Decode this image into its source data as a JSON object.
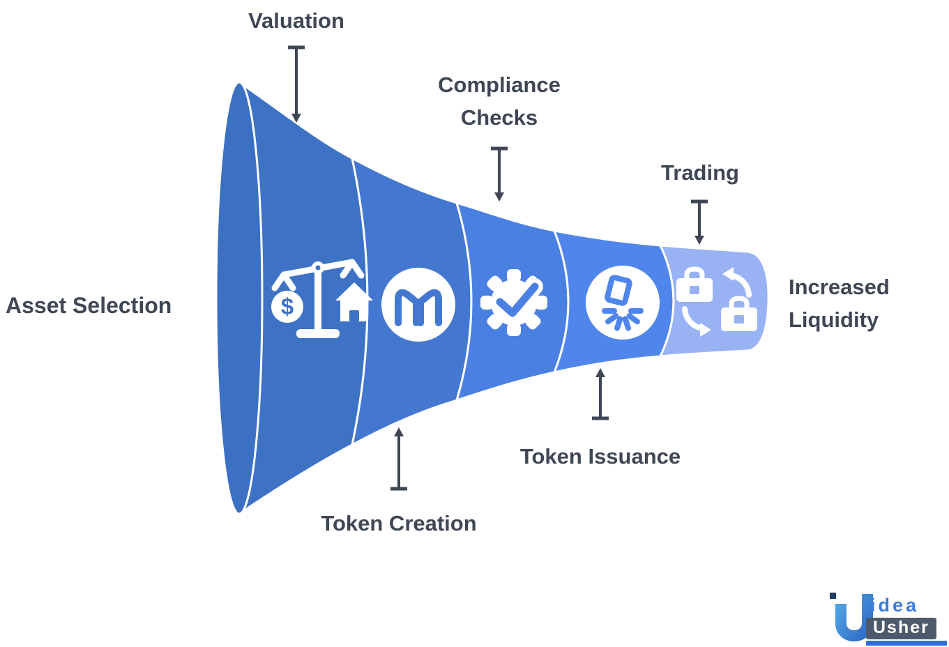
{
  "ui": {
    "background": "#ffffff",
    "text_color": "#3F4654",
    "connector_color": "#3F4654",
    "outline_color": "#ffffff"
  },
  "callouts": {
    "valuation": "Valuation",
    "compliance_checks_line1": "Compliance",
    "compliance_checks_line2": "Checks",
    "trading": "Trading",
    "asset_selection": "Asset Selection",
    "increased_liquidity_line1": "Increased",
    "increased_liquidity_line2": "Liquidity",
    "token_issuance": "Token Issuance",
    "token_creation": "Token Creation"
  },
  "funnel": {
    "mouth_color": "#3C70C2",
    "icon_color": "#ffffff",
    "segments": [
      {
        "label": "Asset Selection",
        "icon": "balance-scale-dollar-house-icon",
        "color": "#3E72C5"
      },
      {
        "label": "Token Creation",
        "icon": "maker-logo-icon",
        "color": "#4478D0"
      },
      {
        "label": "Compliance Checks",
        "icon": "gear-checkmark-icon",
        "color": "#4A80E2"
      },
      {
        "label": "Token Issuance",
        "icon": "token-mint-icon",
        "color": "#5086EC"
      },
      {
        "label": "Trading",
        "icon": "briefcase-exchange-icon",
        "color": "#98B2F4"
      }
    ]
  },
  "logo": {
    "idea_text": "idea",
    "usher_text": "Usher",
    "u_gradient_start": "#54A6E2",
    "u_gradient_end": "#2D6BC8",
    "idea_color": "#3B7CD5",
    "usher_bg": "#4D5A6B",
    "bar_color": "#2F6FD6",
    "dot_color": "#223C63"
  }
}
